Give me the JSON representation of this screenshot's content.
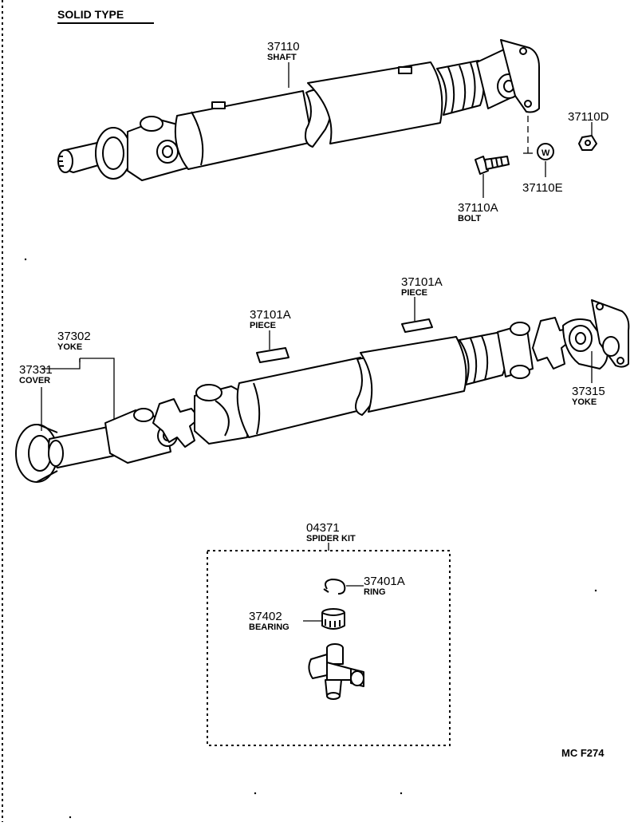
{
  "diagram": {
    "title": "SOLID TYPE",
    "code": "MC  F274",
    "callouts": {
      "shaft_number": "37110",
      "shaft_label": "SHAFT",
      "nut_number": "37110D",
      "washer_number": "37110E",
      "washer_mark": "W",
      "bolt_number": "37110A",
      "bolt_label": "BOLT",
      "piece1_number": "37101A",
      "piece1_label": "PIECE",
      "piece2_number": "37101A",
      "piece2_label": "PIECE",
      "yoke_front_number": "37302",
      "yoke_front_label": "YOKE",
      "cover_number": "37331",
      "cover_label": "COVER",
      "yoke_rear_number": "37315",
      "yoke_rear_label": "YOKE",
      "kit_number": "04371",
      "kit_label": "SPIDER KIT",
      "ring_number": "37401A",
      "ring_label": "RING",
      "bearing_number": "37402",
      "bearing_label": "BEARING"
    }
  }
}
